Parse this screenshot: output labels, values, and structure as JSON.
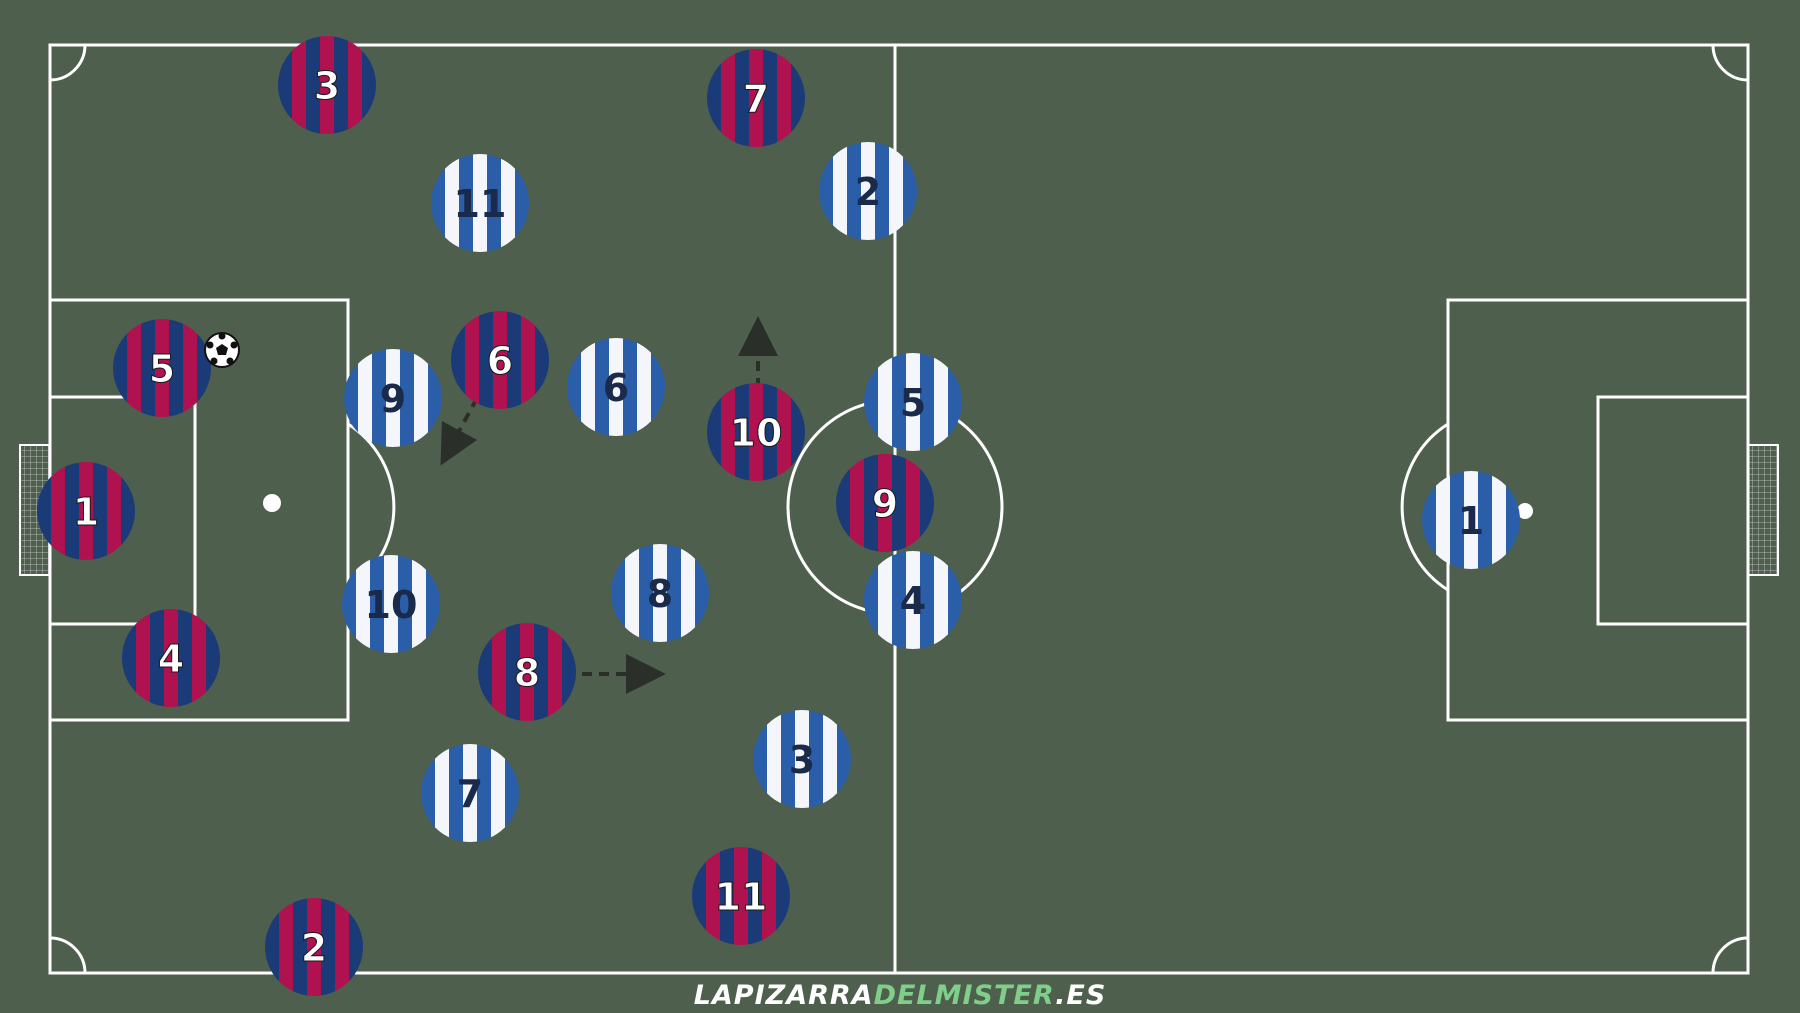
{
  "colors": {
    "grass": "#4f5f4e",
    "lines": "#ffffff",
    "home_navy": "#1b3a78",
    "home_red": "#b0124f",
    "away_blue": "#2a5ea8",
    "away_white": "#f4f6fb",
    "arrow": "#2a2f2a",
    "watermark_a": "#ffffff",
    "watermark_b": "#7fcf8a"
  },
  "home_players": [
    {
      "number": "3"
    },
    {
      "number": "7"
    },
    {
      "number": "5"
    },
    {
      "number": "6"
    },
    {
      "number": "10"
    },
    {
      "number": "9"
    },
    {
      "number": "1"
    },
    {
      "number": "4"
    },
    {
      "number": "8"
    },
    {
      "number": "11"
    },
    {
      "number": "2"
    }
  ],
  "away_players": [
    {
      "number": "11"
    },
    {
      "number": "2"
    },
    {
      "number": "9"
    },
    {
      "number": "6"
    },
    {
      "number": "5"
    },
    {
      "number": "10"
    },
    {
      "number": "8"
    },
    {
      "number": "4"
    },
    {
      "number": "7"
    },
    {
      "number": "3"
    },
    {
      "number": "1"
    }
  ],
  "ball": "soccer-ball-icon",
  "watermark": {
    "part1": "LAPIZARRA",
    "part2": "DELMISTER",
    "part3": ".ES"
  }
}
